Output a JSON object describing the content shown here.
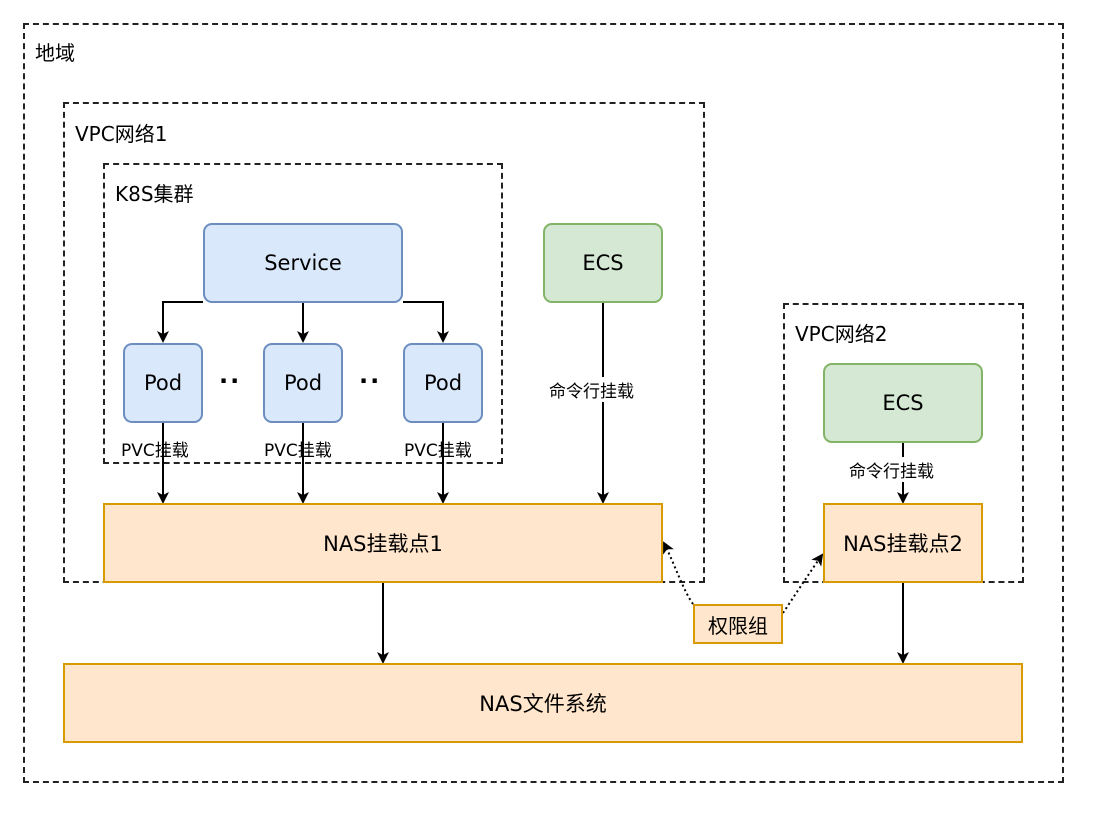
{
  "regions": {
    "region_label": "地域",
    "vpc1_label": "VPC网络1",
    "k8s_label": "K8S集群",
    "vpc2_label": "VPC网络2"
  },
  "nodes": {
    "service": "Service",
    "pod1": "Pod",
    "pod2": "Pod",
    "pod3": "Pod",
    "ecs1": "ECS",
    "ecs2": "ECS",
    "mount1": "NAS挂载点1",
    "mount2": "NAS挂载点2",
    "nas": "NAS文件系统",
    "permission_group": "权限组"
  },
  "labels": {
    "pvc1": "PVC挂载",
    "pvc2": "PVC挂载",
    "pvc3": "PVC挂载",
    "cmd1": "命令行挂载",
    "cmd2": "命令行挂载",
    "ellipsis1": "··",
    "ellipsis2": "··"
  },
  "colors": {
    "blue_fill": "#dae8fc",
    "blue_stroke": "#6c8ebf",
    "green_fill": "#d5e8d4",
    "green_stroke": "#82b366",
    "orange_fill": "#ffe6cc",
    "orange_stroke": "#d79b00"
  }
}
